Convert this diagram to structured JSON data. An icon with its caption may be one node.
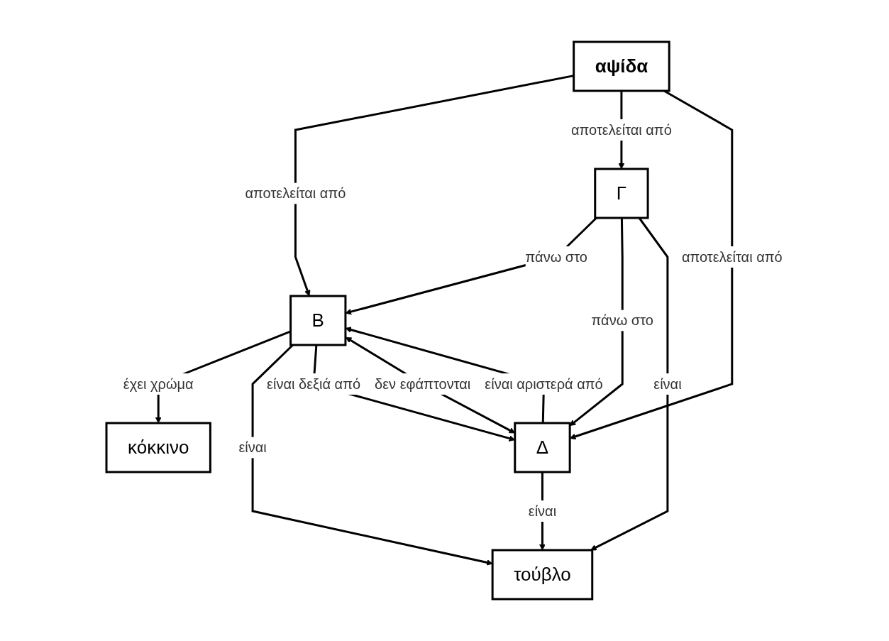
{
  "diagram": {
    "nodes": [
      {
        "text": [
          "αψίδα"
        ]
      },
      {
        "text": [
          "Β"
        ]
      },
      {
        "text": [
          "Γ"
        ]
      },
      {
        "text": [
          "Δ"
        ]
      },
      {
        "text": [
          "κόκκινο"
        ]
      },
      {
        "text": [
          "τούβλο"
        ]
      }
    ],
    "edges": [
      {
        "from": 0,
        "to": 1,
        "arrow": "to",
        "label": "αποτελείται από"
      },
      {
        "from": 0,
        "to": 2,
        "arrow": "to",
        "label": "αποτελείται από"
      },
      {
        "from": 0,
        "to": 3,
        "arrow": "to",
        "label": "αποτελείται από"
      },
      {
        "from": 2,
        "to": 1,
        "arrow": "to",
        "label": "πάνω στο"
      },
      {
        "from": 2,
        "to": 3,
        "arrow": "to",
        "label": "πάνω στο"
      },
      {
        "from": 1,
        "to": 4,
        "arrow": "to",
        "label": "έχει χρώμα"
      },
      {
        "from": 2,
        "to": 5,
        "arrow": "to",
        "label": "είναι"
      },
      {
        "from": 1,
        "to": 5,
        "arrow": "to",
        "label": "είναι"
      },
      {
        "from": 3,
        "to": 5,
        "arrow": "to",
        "label": "είναι"
      },
      {
        "from": 3,
        "to": 1,
        "arrow": "to",
        "label": "είναι αριστερά από"
      },
      {
        "from": 1,
        "to": 3,
        "arrow": "to",
        "label": "είναι δεξιά από"
      },
      {
        "from": 1,
        "to": 3,
        "arrow": "both",
        "label": "δεν εφάπτονται"
      }
    ]
  }
}
